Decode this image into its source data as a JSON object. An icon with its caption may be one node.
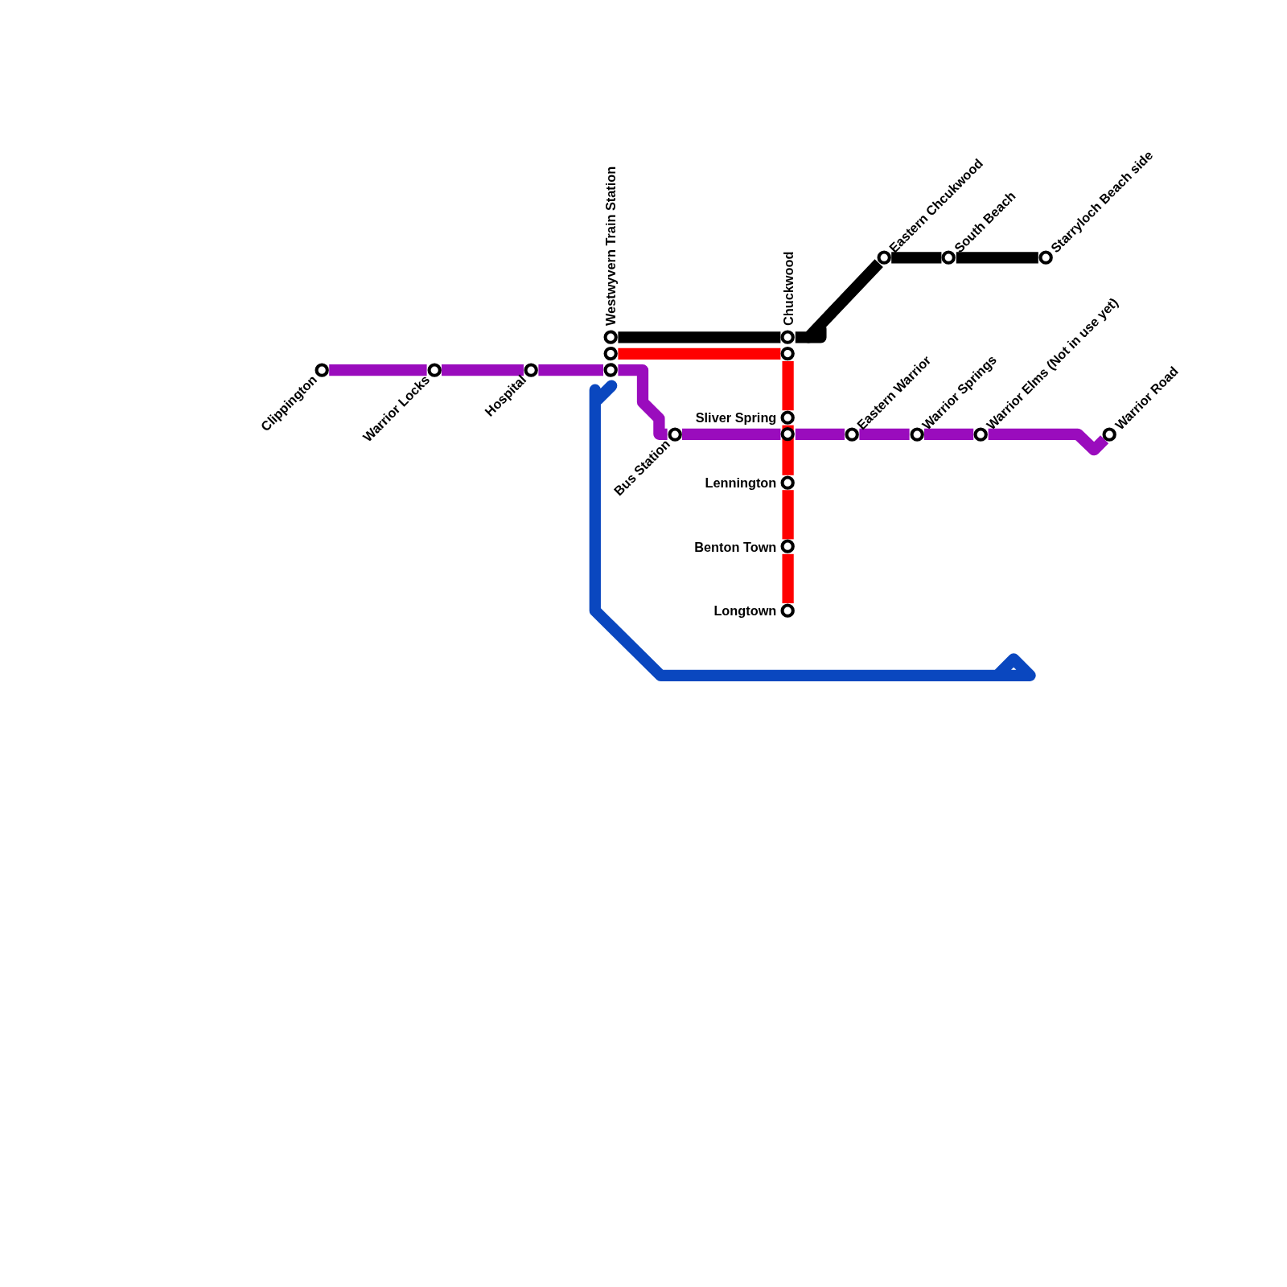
{
  "diagram": {
    "nodes": [
      {
        "text": [
          "Clippington"
        ]
      },
      {
        "text": [
          "Warrior Locks"
        ]
      },
      {
        "text": [
          "Hospital"
        ]
      },
      {
        "text": [
          "Westwyvern Train Station"
        ]
      },
      {
        "text": [
          "Chuckwood"
        ]
      },
      {
        "text": [
          "Eastern Chcukwood"
        ]
      },
      {
        "text": [
          "South Beach"
        ]
      },
      {
        "text": [
          "Starryloch Beach side"
        ]
      },
      {
        "text": [
          "Sliver Spring"
        ]
      },
      {
        "text": [
          "Bus Station"
        ]
      },
      {
        "text": [
          "Eastern Warrior"
        ]
      },
      {
        "text": [
          "Warrior Springs"
        ]
      },
      {
        "text": [
          "Warrior Elms (Not in use yet)"
        ]
      },
      {
        "text": [
          "Warrior Road"
        ]
      },
      {
        "text": [
          "Lennington"
        ]
      },
      {
        "text": [
          "Benton Town"
        ]
      },
      {
        "text": [
          "Longtown"
        ]
      }
    ],
    "edges": [
      {
        "from": 0,
        "to": 1,
        "arrow": "none",
        "color": "#9a0cbd"
      },
      {
        "from": 1,
        "to": 2,
        "arrow": "none",
        "color": "#9a0cbd"
      },
      {
        "from": 2,
        "to": 3,
        "arrow": "none",
        "color": "#9a0cbd"
      },
      {
        "from": 3,
        "to": 9,
        "arrow": "none",
        "color": "#9a0cbd"
      },
      {
        "from": 9,
        "to": 8,
        "arrow": "none",
        "color": "#9a0cbd"
      },
      {
        "from": 8,
        "to": 10,
        "arrow": "none",
        "color": "#9a0cbd"
      },
      {
        "from": 10,
        "to": 11,
        "arrow": "none",
        "color": "#9a0cbd"
      },
      {
        "from": 11,
        "to": 12,
        "arrow": "none",
        "color": "#9a0cbd"
      },
      {
        "from": 12,
        "to": 13,
        "arrow": "none",
        "color": "#9a0cbd"
      },
      {
        "from": 3,
        "to": 4,
        "arrow": "none",
        "color": "#000000"
      },
      {
        "from": 4,
        "to": 5,
        "arrow": "none",
        "color": "#000000"
      },
      {
        "from": 5,
        "to": 6,
        "arrow": "none",
        "color": "#000000"
      },
      {
        "from": 6,
        "to": 7,
        "arrow": "none",
        "color": "#000000"
      },
      {
        "from": 3,
        "to": 4,
        "arrow": "none",
        "color": "#ff0000"
      },
      {
        "from": 4,
        "to": 8,
        "arrow": "none",
        "color": "#ff0000"
      },
      {
        "from": 8,
        "to": 14,
        "arrow": "none",
        "color": "#ff0000"
      },
      {
        "from": 14,
        "to": 15,
        "arrow": "none",
        "color": "#ff0000"
      },
      {
        "from": 15,
        "to": 16,
        "arrow": "none",
        "color": "#ff0000"
      }
    ]
  }
}
